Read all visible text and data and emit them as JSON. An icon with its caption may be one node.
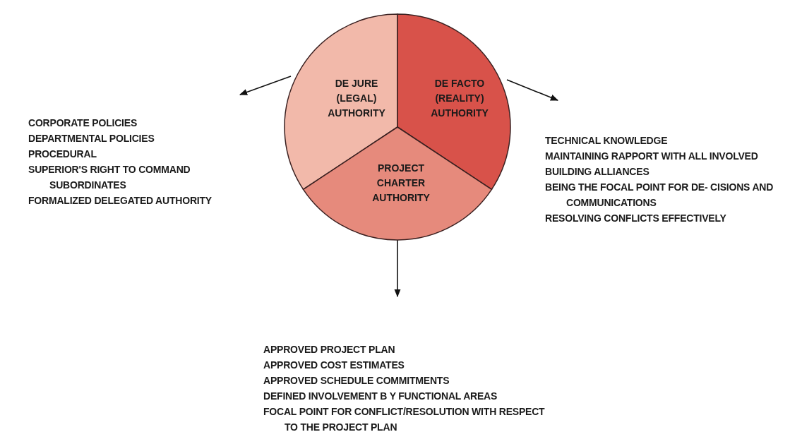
{
  "diagram": {
    "nodes": [
      {
        "text": [
          "DE JURE (LEGAL) AUTHORITY"
        ]
      },
      {
        "text": [
          "DE FACTO (REALITY) AUTHORITY"
        ]
      },
      {
        "text": [
          "PROJECT CHARTER AUTHORITY"
        ]
      },
      {
        "text": [
          "CORPORATE POLICIES",
          "DEPARTMENTAL POLICIES",
          "PROCEDURAL",
          "SUPERIOR'S RIGHT TO COMMAND SUBORDINATES",
          "FORMALIZED DELEGATED AUTHORITY"
        ]
      },
      {
        "text": [
          "TECHNICAL KNOWLEDGE",
          "MAINTAINING RAPPORT WITH ALL INVOLVED",
          "BUILDING ALLIANCES",
          "BEING THE FOCAL POINT FOR DE- CISIONS AND COMMUNICATIONS",
          "RESOLVING CONFLICTS EFFECTIVELY"
        ]
      },
      {
        "text": [
          "APPROVED PROJECT PLAN",
          "APPROVED COST ESTIMATES",
          "APPROVED SCHEDULE COMMITMENTS",
          "DEFINED INVOLVEMENT B Y FUNCTIONAL AREAS",
          "FOCAL POINT FOR CONFLICT/RESOLUTION WITH RESPECT TO THE PROJECT PLAN"
        ]
      }
    ],
    "edges": [
      {
        "from": 0,
        "to": 3,
        "arrow": "to"
      },
      {
        "from": 1,
        "to": 4,
        "arrow": "to"
      },
      {
        "from": 2,
        "to": 5,
        "arrow": "to"
      }
    ]
  }
}
